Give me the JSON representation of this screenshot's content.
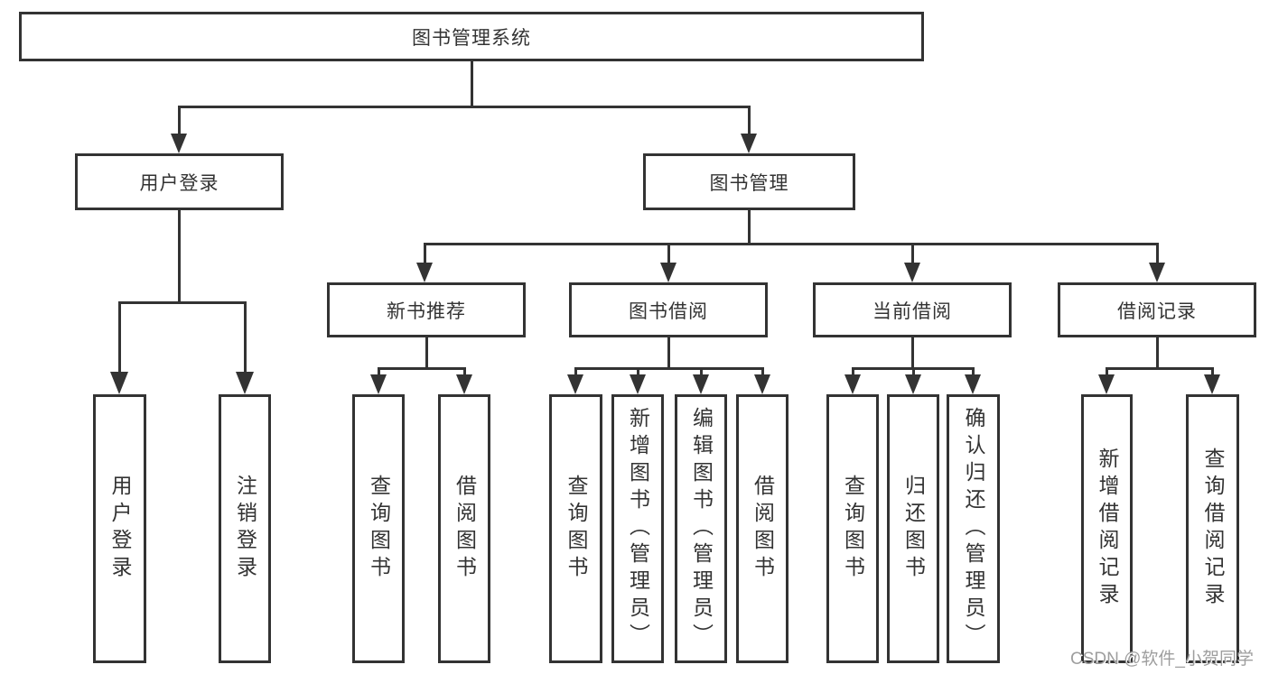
{
  "diagram": {
    "type": "hierarchy-tree",
    "root": {
      "label": "图书管理系统"
    },
    "level2": [
      {
        "label": "用户登录",
        "parent": "图书管理系统"
      },
      {
        "label": "图书管理",
        "parent": "图书管理系统"
      }
    ],
    "level3": [
      {
        "label": "新书推荐",
        "parent": "图书管理"
      },
      {
        "label": "图书借阅",
        "parent": "图书管理"
      },
      {
        "label": "当前借阅",
        "parent": "图书管理"
      },
      {
        "label": "借阅记录",
        "parent": "图书管理"
      }
    ],
    "leaves": [
      {
        "label": "用户登录",
        "parent": "用户登录"
      },
      {
        "label": "注销登录",
        "parent": "用户登录"
      },
      {
        "label": "查询图书",
        "parent": "新书推荐"
      },
      {
        "label": "借阅图书",
        "parent": "新书推荐"
      },
      {
        "label": "查询图书",
        "parent": "图书借阅"
      },
      {
        "label": "新增图书（管理员）",
        "parent": "图书借阅"
      },
      {
        "label": "编辑图书（管理员）",
        "parent": "图书借阅"
      },
      {
        "label": "借阅图书",
        "parent": "图书借阅"
      },
      {
        "label": "查询图书",
        "parent": "当前借阅"
      },
      {
        "label": "归还图书",
        "parent": "当前借阅"
      },
      {
        "label": "确认归还（管理员）",
        "parent": "当前借阅"
      },
      {
        "label": "新增借阅记录",
        "parent": "借阅记录"
      },
      {
        "label": "查询借阅记录",
        "parent": "借阅记录"
      }
    ],
    "colors": {
      "line": "#333333",
      "box_bg": "#ffffff",
      "text": "#333333",
      "watermark": "#9e9e9e"
    }
  },
  "watermark": {
    "text": "CSDN @软件_小贺同学"
  }
}
